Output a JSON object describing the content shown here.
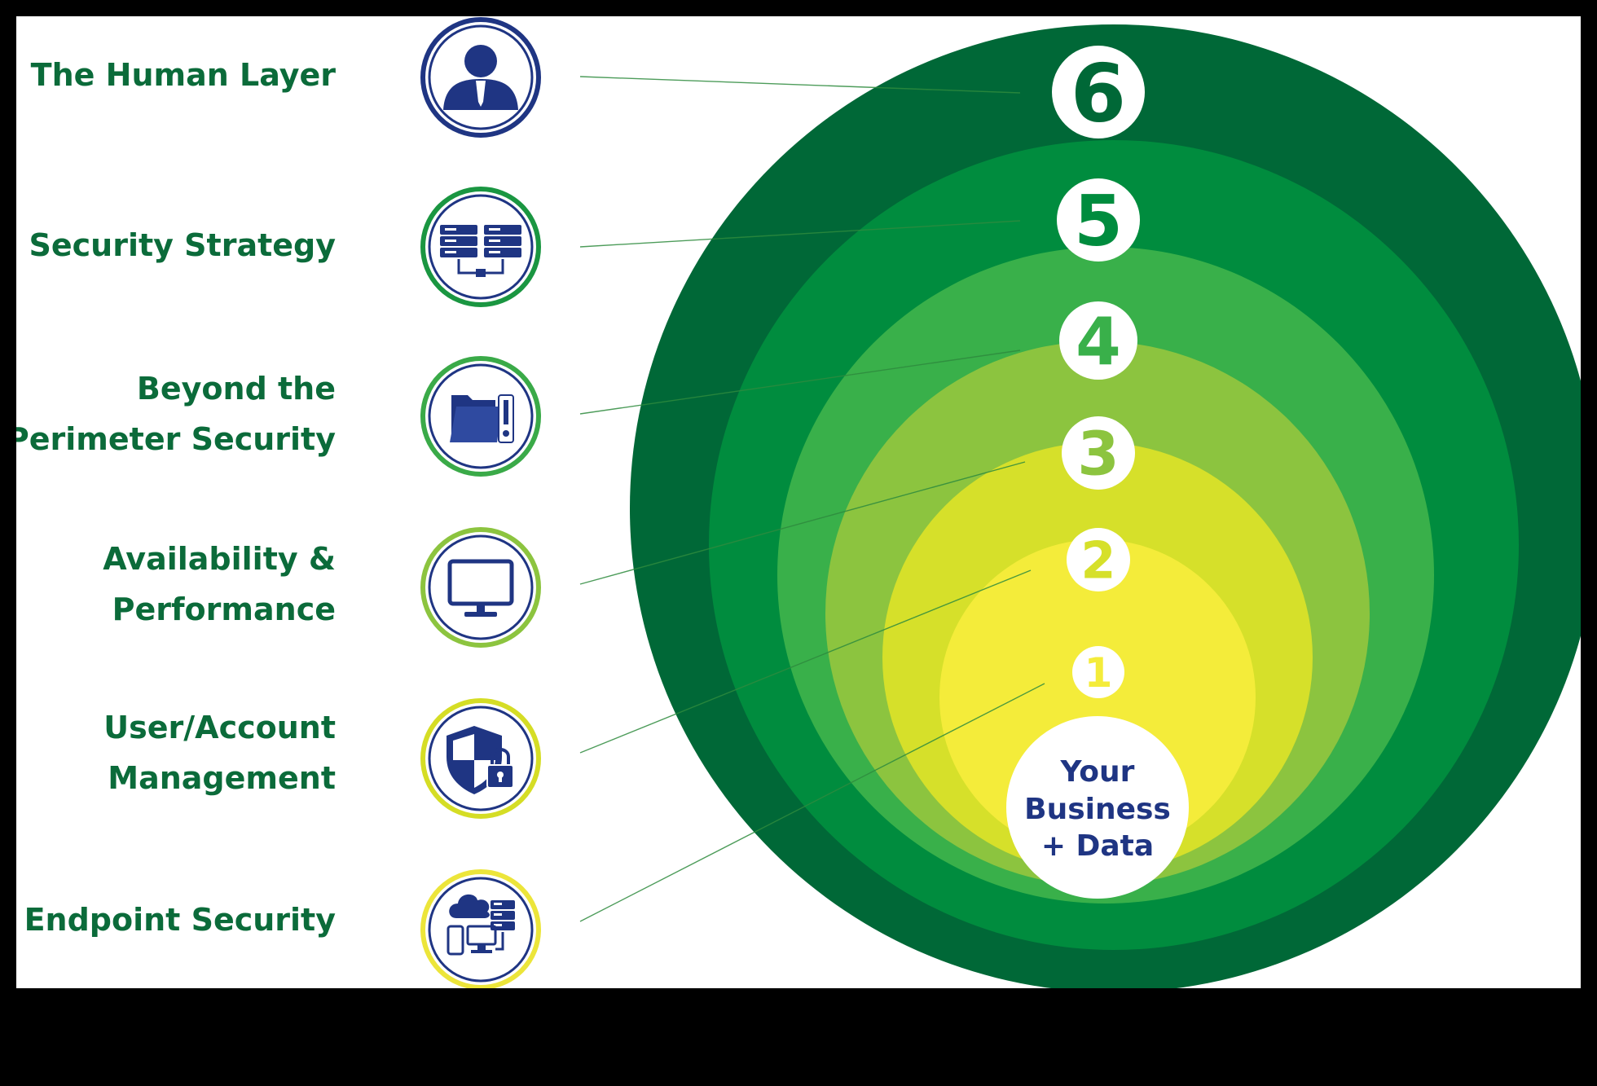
{
  "layers": [
    {
      "number": "6",
      "label_lines": [
        "The Human Layer"
      ],
      "icon": "person-icon",
      "ring_color": "#006837",
      "icon_ring": "#1f3583"
    },
    {
      "number": "5",
      "label_lines": [
        "Security Strategy"
      ],
      "icon": "servers-icon",
      "ring_color": "#008c3e",
      "icon_ring": "#1a9641"
    },
    {
      "number": "4",
      "label_lines": [
        "Beyond the",
        "Perimeter Security"
      ],
      "icon": "folder-alert-icon",
      "ring_color": "#39b04a",
      "icon_ring": "#3aaa48"
    },
    {
      "number": "3",
      "label_lines": [
        "Availability &",
        "Performance"
      ],
      "icon": "monitor-icon",
      "ring_color": "#8cc43f",
      "icon_ring": "#8cc43f"
    },
    {
      "number": "2",
      "label_lines": [
        "User/Account",
        "Management"
      ],
      "icon": "shield-lock-icon",
      "ring_color": "#d6e02a",
      "icon_ring": "#d5dd25"
    },
    {
      "number": "1",
      "label_lines": [
        "Endpoint Security"
      ],
      "icon": "cloud-devices-icon",
      "ring_color": "#f4ec3a",
      "icon_ring": "#ece53a"
    }
  ],
  "core": {
    "lines": [
      "Your",
      "Business",
      "+ Data"
    ]
  },
  "colors": {
    "label_text": "#0b6b3a",
    "icon_blue": "#1f3583",
    "core_text": "#1f3583",
    "connector": "#2e8b3e",
    "frame": "#000000",
    "panel": "#ffffff"
  }
}
